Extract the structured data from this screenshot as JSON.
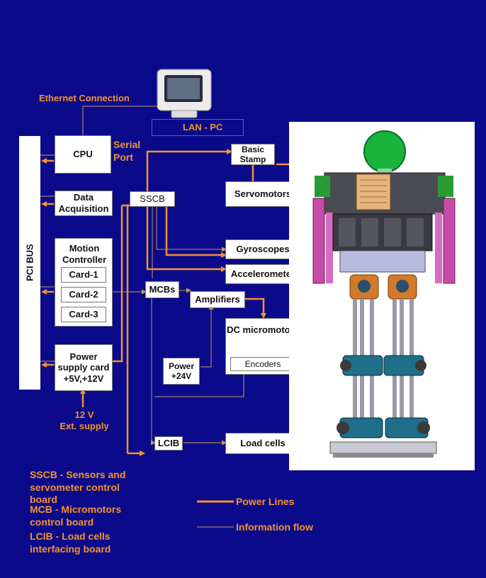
{
  "header": {
    "ethernet_label": "Ethernet Connection",
    "lan_pc_label": "LAN - PC",
    "serial_port_label": "Serial Port"
  },
  "blocks": {
    "pci_bus": "PCI BUS",
    "cpu": "CPU",
    "data_acquisition": "Data Acquisition",
    "motion_controller": "Motion Controller",
    "cards": [
      "Card-1",
      "Card-2",
      "Card-3"
    ],
    "power_supply": "Power supply card +5V,+12V",
    "sscb": "SSCB",
    "basic_stamp": "Basic Stamp",
    "servomotors": "Servomotors",
    "gyroscopes": "Gyroscopes",
    "accelerometer": "Accelerometer",
    "mcbs": "MCBs",
    "amplifiers": "Amplifiers",
    "dc_micromotors": "DC micromotors",
    "encoders": "Encoders",
    "power_24v": "Power +24V",
    "lcib": "LCIB",
    "load_cells": "Load cells"
  },
  "ext_supply": [
    "12 V",
    "Ext. supply"
  ],
  "glossary": [
    {
      "lines": [
        "SSCB - Sensors and",
        "servometer control",
        "board"
      ]
    },
    {
      "lines": [
        "MCB - Micromotors",
        "control board"
      ]
    },
    {
      "lines": [
        "LCIB - Load cells",
        "interfacing board"
      ]
    }
  ],
  "legend": [
    {
      "label": "Power Lines",
      "style": "thick-orange"
    },
    {
      "label": "Information flow",
      "style": "thin"
    }
  ],
  "colors": {
    "background": "#0a0a8a",
    "power_line": "#f5922f",
    "info_line": "#c79a5a",
    "label": "#f5922f"
  },
  "icons": {
    "computer": "crt-monitor-icon",
    "robot": "humanoid-robot-illustration"
  }
}
